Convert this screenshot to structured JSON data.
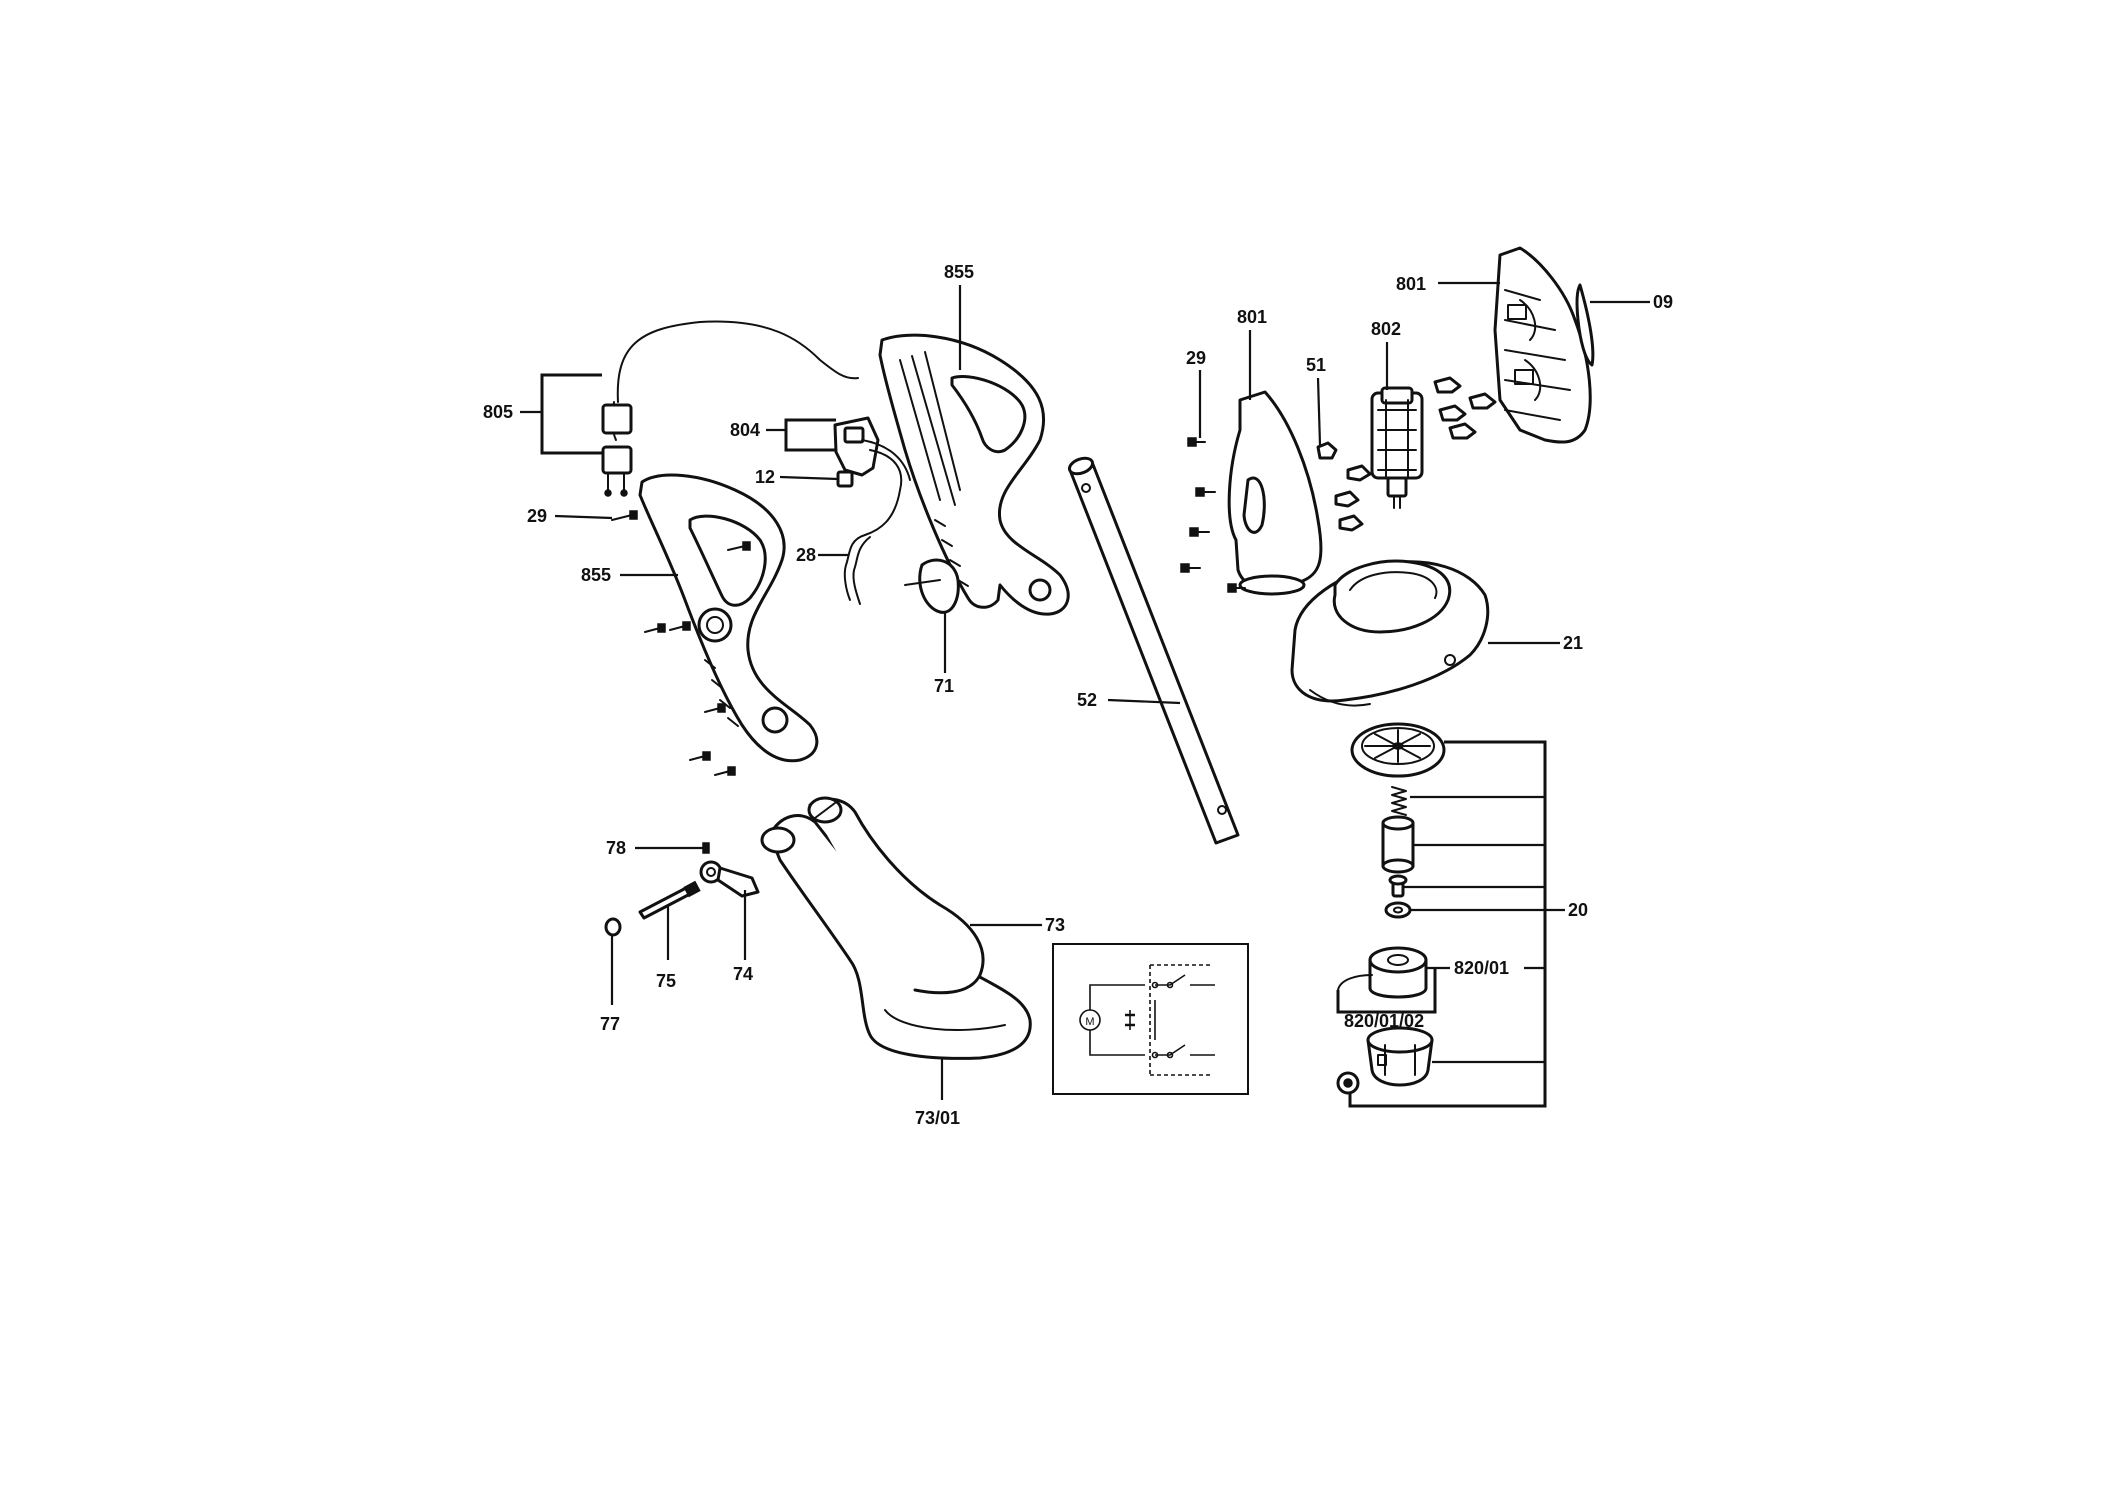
{
  "labels": {
    "l805": "805",
    "l29a": "29",
    "l855a": "855",
    "l804": "804",
    "l12": "12",
    "l28": "28",
    "l855b": "855",
    "l71": "71",
    "l52": "52",
    "l29b": "29",
    "l801a": "801",
    "l51": "51",
    "l802": "802",
    "l801b": "801",
    "l09": "09",
    "l21": "21",
    "l20": "20",
    "l82001": "820/01",
    "l8200102": "820/01/02",
    "l78": "78",
    "l75": "75",
    "l74": "74",
    "l77": "77",
    "l73": "73",
    "l7301": "73/01"
  },
  "schematic": {
    "motor_symbol": "M"
  }
}
